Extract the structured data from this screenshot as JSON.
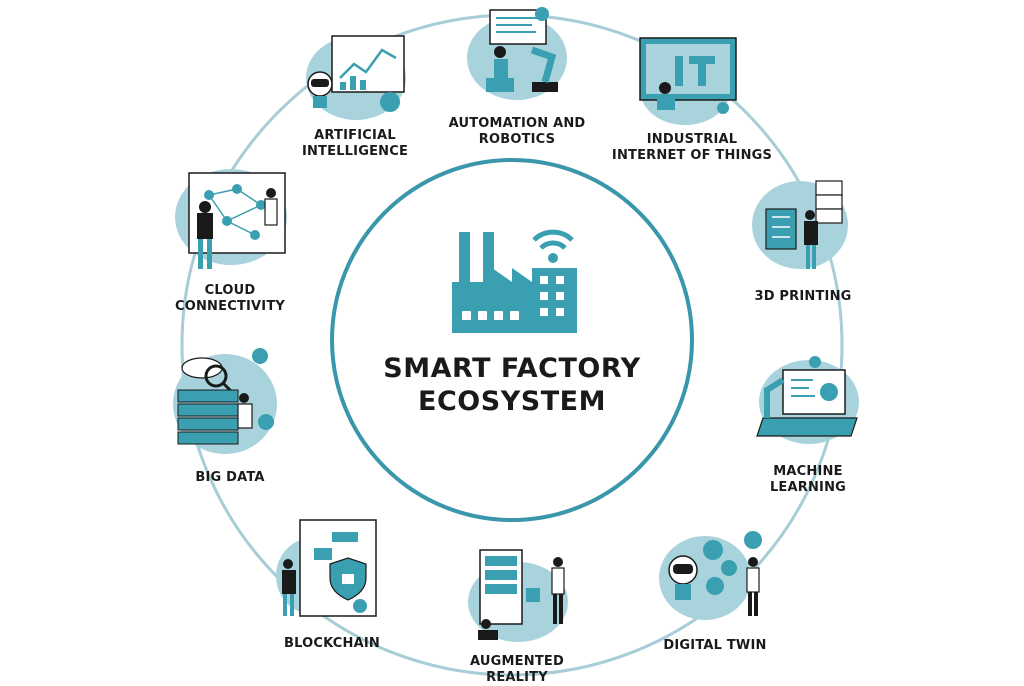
{
  "center": {
    "title_line1": "SMART FACTORY",
    "title_line2": "ECOSYSTEM",
    "icon": "smart-factory-wifi-icon"
  },
  "colors": {
    "teal": "#3a9fb0",
    "light_teal": "#a9d3dc",
    "ring": "#a7cdd6",
    "center_ring": "#3a96aa",
    "dark": "#1a1a1a"
  },
  "nodes": [
    {
      "id": "automation-and-robotics",
      "line1": "AUTOMATION AND",
      "line2": "ROBOTICS",
      "icon": "robot-arm-illustration"
    },
    {
      "id": "industrial-internet-of-things",
      "line1": "INDUSTRIAL",
      "line2": "INTERNET OF THINGS",
      "icon": "iiot-illustration"
    },
    {
      "id": "3d-printing",
      "line1": "3D PRINTING",
      "line2": "",
      "icon": "3d-printer-illustration"
    },
    {
      "id": "machine-learning",
      "line1": "MACHINE",
      "line2": "LEARNING",
      "icon": "machine-learning-illustration"
    },
    {
      "id": "digital-twin",
      "line1": "DIGITAL TWIN",
      "line2": "",
      "icon": "digital-twin-illustration"
    },
    {
      "id": "augmented-reality",
      "line1": "AUGMENTED",
      "line2": "REALITY",
      "icon": "augmented-reality-illustration"
    },
    {
      "id": "blockchain",
      "line1": "BLOCKCHAIN",
      "line2": "",
      "icon": "blockchain-illustration"
    },
    {
      "id": "big-data",
      "line1": "BIG DATA",
      "line2": "",
      "icon": "big-data-illustration"
    },
    {
      "id": "cloud-connectivity",
      "line1": "CLOUD",
      "line2": "CONNECTIVITY",
      "icon": "cloud-connectivity-illustration"
    },
    {
      "id": "artificial-intelligence",
      "line1": "ARTIFICIAL",
      "line2": "INTELLIGENCE",
      "icon": "ai-robot-illustration"
    }
  ]
}
